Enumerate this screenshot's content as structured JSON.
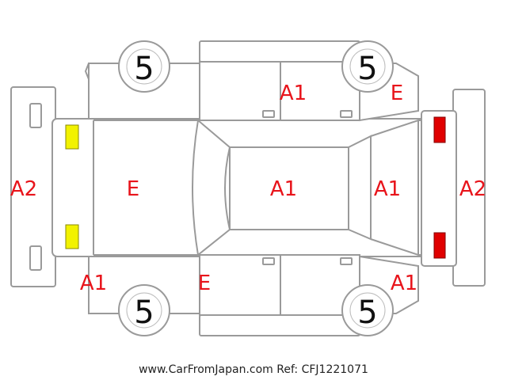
{
  "colors": {
    "outline": "#9a9a9a",
    "label_red": "#e8141b",
    "headlight_yellow": "#f2f200",
    "taillight_red": "#e00000",
    "wheel_text": "#111111"
  },
  "wheels": {
    "front_left": "5",
    "front_right": "5",
    "rear_left": "5",
    "rear_right": "5"
  },
  "labels": {
    "front_bumper": "A2",
    "rear_bumper": "A2",
    "hood": "E",
    "roof": "A1",
    "trunk": "A1",
    "right_doors": "A1",
    "right_rear_fender": "E",
    "left_front_fender": "A1",
    "left_doors": "E",
    "left_rear_fender": "A1"
  },
  "footer": "www.CarFromJapan.com Ref: CFJ1221071"
}
